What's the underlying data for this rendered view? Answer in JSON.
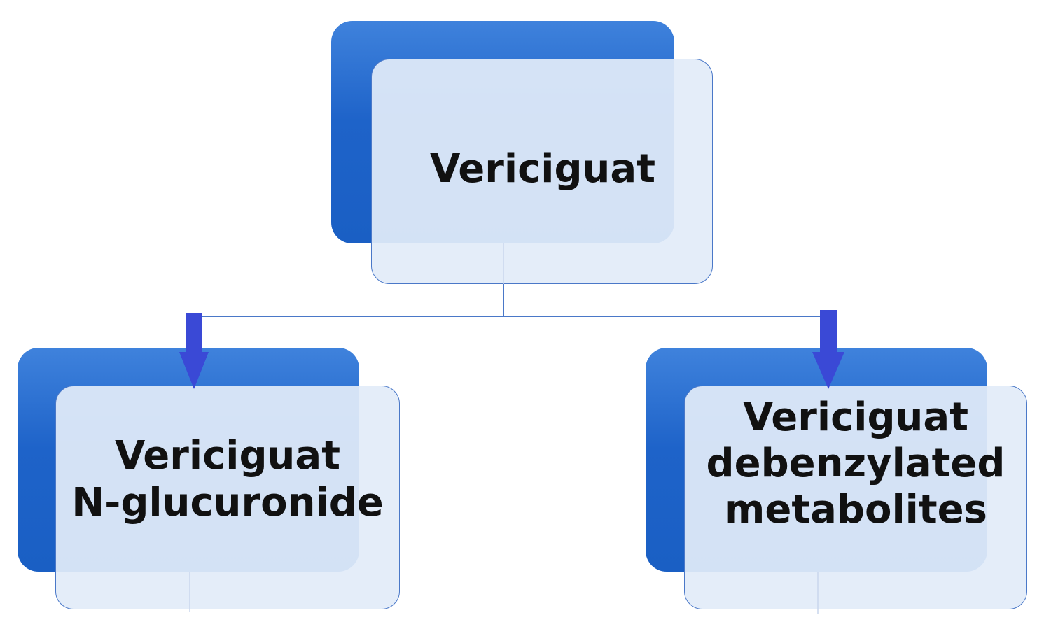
{
  "nodes": {
    "root": {
      "label": "Vericiguat"
    },
    "left": {
      "line1": "Vericiguat",
      "line2": "N-glucuronide"
    },
    "right": {
      "line1": "Vericiguat",
      "line2": "debenzylated",
      "line3": "metabolites"
    }
  },
  "colors": {
    "card_back": "#1e63c9",
    "card_front": "#e2ecf9",
    "arrow": "#3a49d6",
    "connector": "#4a78c8"
  }
}
